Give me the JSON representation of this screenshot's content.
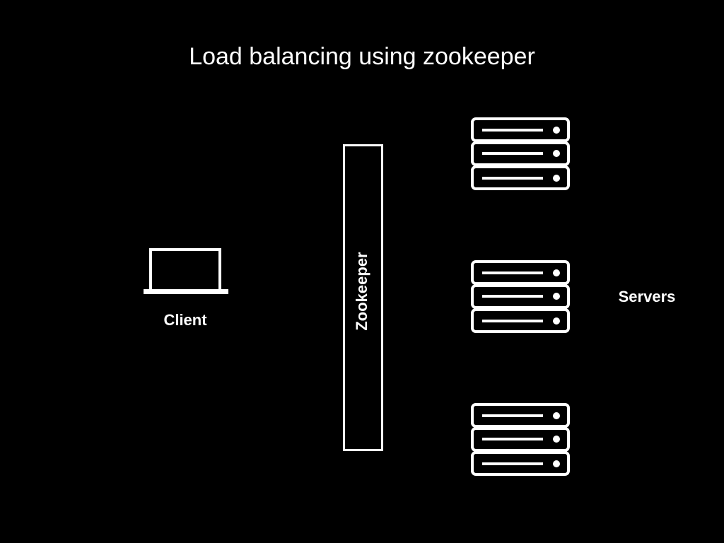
{
  "title": "Load balancing using zookeeper",
  "client": {
    "label": "Client",
    "icon": "laptop-icon"
  },
  "zookeeper": {
    "label": "Zookeeper"
  },
  "servers": {
    "label": "Servers",
    "icon": "server-rack-icon",
    "stack_count": 3,
    "units_per_stack": 3
  },
  "colors": {
    "background": "#000000",
    "foreground": "#ffffff"
  }
}
